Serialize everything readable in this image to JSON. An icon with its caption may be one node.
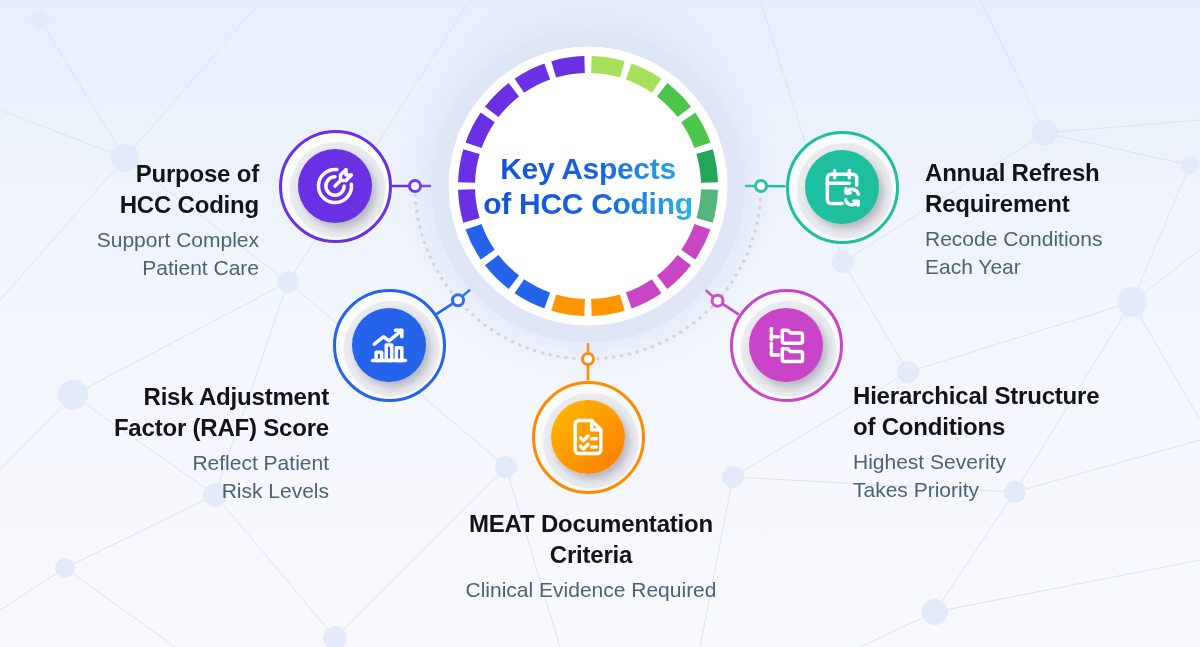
{
  "diagram": {
    "nodes": [
      {
        "text": [
          "Key Aspects of HCC Coding"
        ]
      },
      {
        "text": [
          "Purpose of HCC Coding",
          "Support Complex Patient Care"
        ]
      },
      {
        "text": [
          "Annual Refresh Requirement",
          "Recode Conditions Each Year"
        ]
      },
      {
        "text": [
          "Risk Adjustment Factor (RAF) Score",
          "Reflect Patient Risk Levels"
        ]
      },
      {
        "text": [
          "Hierarchical Structure of Conditions",
          "Highest Severity Takes Priority"
        ]
      },
      {
        "text": [
          "MEAT Documentation Criteria",
          "Clinical Evidence Required"
        ]
      }
    ],
    "edges": [
      {
        "from": 0,
        "to": 1,
        "arrow": "none",
        "color": "#6a30e4"
      },
      {
        "from": 0,
        "to": 2,
        "arrow": "none",
        "color": "#1dbf9f"
      },
      {
        "from": 0,
        "to": 3,
        "arrow": "none",
        "color": "#2563eb"
      },
      {
        "from": 0,
        "to": 4,
        "arrow": "none",
        "color": "#c944c8"
      },
      {
        "from": 0,
        "to": 5,
        "arrow": "none",
        "color": "#ff8a00"
      }
    ]
  }
}
